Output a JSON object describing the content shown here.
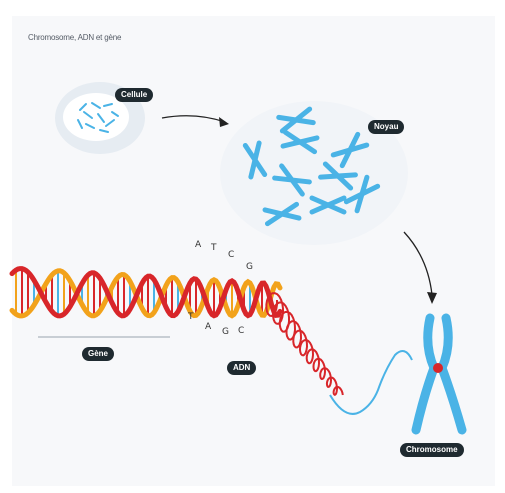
{
  "title": "Chromosome, ADN et gène",
  "labels": {
    "cell": "Cellule",
    "nucleus": "Noyau",
    "gene": "Gène",
    "dna": "ADN",
    "chromosome": "Chromosome"
  },
  "bases_top": [
    "A",
    "T",
    "C",
    "G"
  ],
  "bases_bottom": [
    "T",
    "A",
    "G",
    "C"
  ],
  "colors": {
    "chromosome": "#4ab3e6",
    "dna_strand_1": "#f2a21b",
    "dna_strand_2": "#d8262a",
    "cell_bg": "#e6ecf2",
    "nucleus_bg": "#f1f4f8",
    "label_bg": "#1f2a30"
  }
}
